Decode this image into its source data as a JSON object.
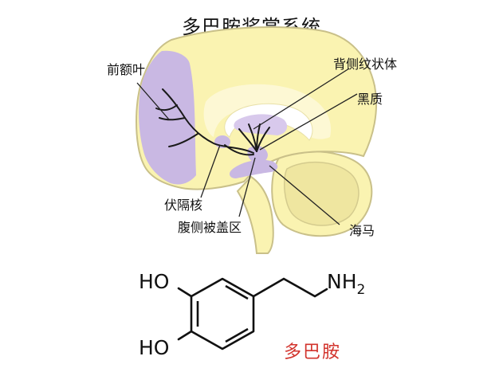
{
  "title": "多巴胺奖赏系统",
  "labels": {
    "prefrontal": "前额叶",
    "striatum": "背侧纹状体",
    "substantia_nigra": "黑质",
    "nucleus_accumbens": "伏隔核",
    "vta": "腹侧被盖区",
    "hippocampus": "海马"
  },
  "molecule": {
    "name": "多巴胺",
    "group_oh_top": "HO",
    "group_oh_bottom": "HO",
    "group_amine": "NH",
    "group_amine_sub": "2"
  },
  "colors": {
    "brain_fill": "#faf3b1",
    "brain_outline": "#c9c089",
    "purple_region": "#c9b8e3",
    "pathway": "#1a1a1a",
    "molecule_label": "#d2332c"
  }
}
